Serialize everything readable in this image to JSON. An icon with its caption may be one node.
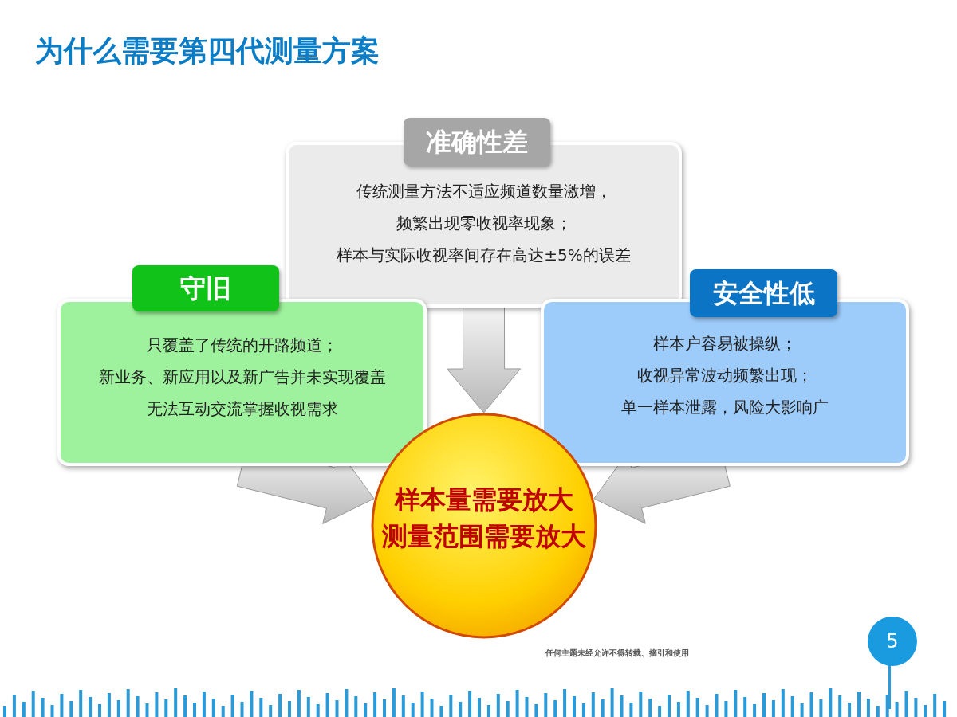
{
  "diagram": {
    "title": "为什么需要第四代测量方案",
    "nodes": [
      {
        "text": [
          "准确性差",
          "传统测量方法不适应频道数量激增，",
          "频繁出现零收视率现象；",
          "样本与实际收视率间存在高达±5%的误差"
        ]
      },
      {
        "text": [
          "守旧",
          "只覆盖了传统的开路频道；",
          "新业务、新应用以及新广告并未实现覆盖",
          "无法互动交流掌握收视需求"
        ]
      },
      {
        "text": [
          "安全性低",
          "样本户容易被操纵；",
          "收视异常波动频繁出现；",
          "单一样本泄露，风险大影响广"
        ]
      },
      {
        "text": [
          "样本量需要放大",
          "测量范围需要放大"
        ]
      }
    ],
    "edges": [
      {
        "from": 0,
        "to": 3,
        "arrow": "to"
      },
      {
        "from": 1,
        "to": 3,
        "arrow": "to"
      },
      {
        "from": 2,
        "to": 3,
        "arrow": "to"
      }
    ],
    "labels": [
      "任何主题未经允许不得转载、摘引和使用",
      "5"
    ]
  }
}
